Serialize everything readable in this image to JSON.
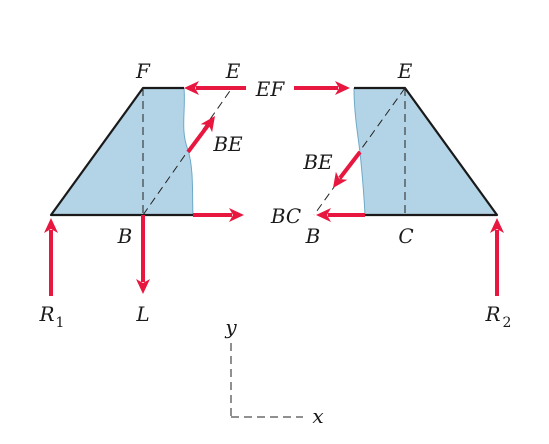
{
  "labels": {
    "F": "F",
    "E_left": "E",
    "E_right": "E",
    "B_left": "B",
    "B_right": "B",
    "C": "C",
    "EF": "EF",
    "BE_left": "BE",
    "BE_right": "BE",
    "BC": "BC",
    "L": "L",
    "R1_main": "R",
    "R1_sub": "1",
    "R2_main": "R",
    "R2_sub": "2",
    "axis_y": "y",
    "axis_x": "x"
  },
  "colors": {
    "force": "#e8173f",
    "shade": "#b3d4e6",
    "member": "#1a1a1a"
  }
}
